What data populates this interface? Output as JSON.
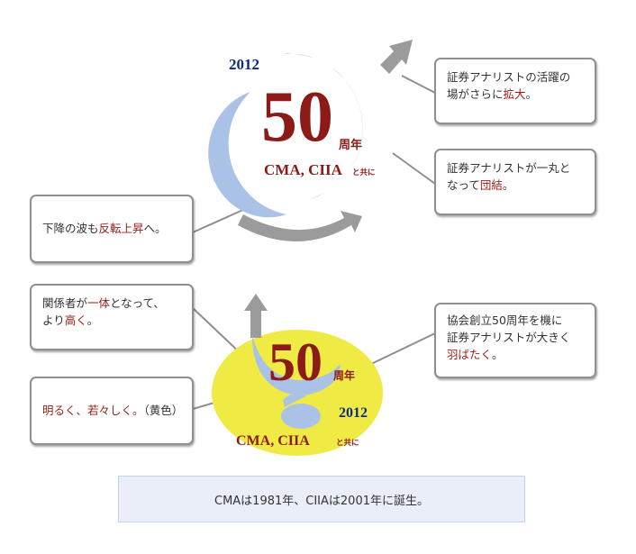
{
  "top_logo": {
    "year": "2012",
    "number": "50",
    "suffix": "周年",
    "org": "CMA, CIIA",
    "with": "と共に"
  },
  "bottom_logo": {
    "year": "2012",
    "number": "50",
    "suffix": "周年",
    "org": "CMA, CIIA",
    "with": "と共に"
  },
  "callouts": {
    "expand": {
      "line1": "証券アナリストの活躍の",
      "line2_pre": "場がさらに",
      "line2_hl": "拡大",
      "line2_post": "。"
    },
    "unite": {
      "line1": "証券アナリストが一丸と",
      "line2_pre": "なって",
      "line2_hl": "団結",
      "line2_post": "。"
    },
    "rise": {
      "pre": "下降の波も",
      "hl": "反転上昇",
      "post": "へ。"
    },
    "together": {
      "line1_pre": "関係者が",
      "line1_hl": "一体",
      "line1_post": "となって、",
      "line2_pre": "より",
      "line2_hl": "高く",
      "line2_post": "。"
    },
    "anniversary": {
      "line1": "協会創立50周年を機に",
      "line2": "証券アナリストが大きく",
      "line3_hl": "羽ばたく",
      "line3_post": "。"
    },
    "bright": {
      "hl": "明るく、若々しく。",
      "post": "（黄色）"
    }
  },
  "footer_note": "CMAは1981年、CIIAは2001年に誕生。",
  "colors": {
    "navy": "#0a2b7e",
    "light_blue": "#a9c2e6",
    "dark_red": "#8c1b18",
    "yellow": "#f0ea44",
    "gray_arrow": "#9b9b9b"
  }
}
